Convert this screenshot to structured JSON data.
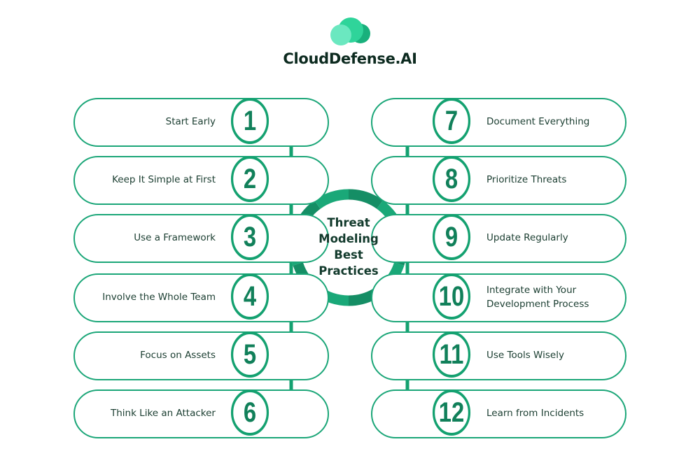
{
  "brand": {
    "name": "CloudDefense.AI",
    "logo_icon": "cloud-logo-icon",
    "colors": {
      "primary": "#14a170",
      "light": "#5de3b6",
      "dark": "#0d3b2a",
      "text": "#1a3d30"
    }
  },
  "center": {
    "title": "Threat Modeling Best Practices"
  },
  "left_items": [
    {
      "number": "1",
      "label": "Start Early"
    },
    {
      "number": "2",
      "label": "Keep It Simple at First"
    },
    {
      "number": "3",
      "label": "Use a Framework"
    },
    {
      "number": "4",
      "label": "Involve the Whole Team"
    },
    {
      "number": "5",
      "label": "Focus on Assets"
    },
    {
      "number": "6",
      "label": "Think Like an Attacker"
    }
  ],
  "right_items": [
    {
      "number": "7",
      "label": "Document Everything"
    },
    {
      "number": "8",
      "label": "Prioritize Threats"
    },
    {
      "number": "9",
      "label": "Update Regularly"
    },
    {
      "number": "10",
      "label": "Integrate with Your Development Process"
    },
    {
      "number": "11",
      "label": "Use Tools Wisely"
    },
    {
      "number": "12",
      "label": "Learn from Incidents"
    }
  ]
}
